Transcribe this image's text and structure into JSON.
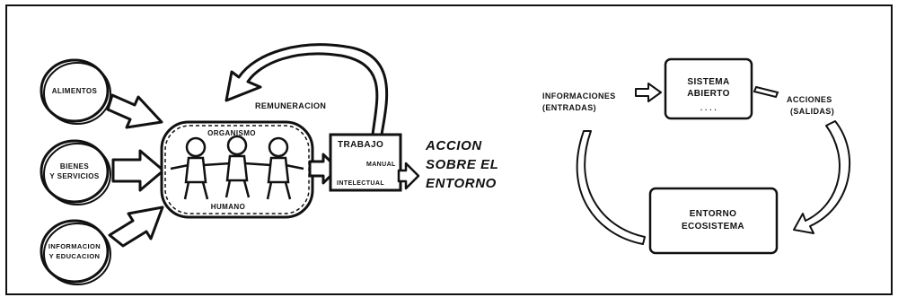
{
  "left_diagram": {
    "inputs": [
      {
        "line1": "ALIMENTOS",
        "line2": ""
      },
      {
        "line1": "BIENES",
        "line2": "Y SERVICIOS"
      },
      {
        "line1": "INFORMACION",
        "line2": "Y EDUCACION"
      }
    ],
    "organism_top": "ORGANISMO",
    "organism_bottom": "HUMANO",
    "remuneracion": "REMUNERACION",
    "work_title": "TRABAJO",
    "work_manual": "MANUAL",
    "work_intellectual": "INTELECTUAL",
    "action_lines": [
      "ACCION",
      "SOBRE EL",
      "ENTORNO"
    ]
  },
  "right_diagram": {
    "system_lines": [
      "SISTEMA",
      "ABIERTO"
    ],
    "system_dots": ". . . .",
    "inputs_lines": [
      "INFORMACIONES",
      "(ENTRADAS)"
    ],
    "outputs_lines": [
      "ACCIONES",
      "(SALIDAS)"
    ],
    "environment_lines": [
      "ENTORNO",
      "ECOSISTEMA"
    ]
  }
}
